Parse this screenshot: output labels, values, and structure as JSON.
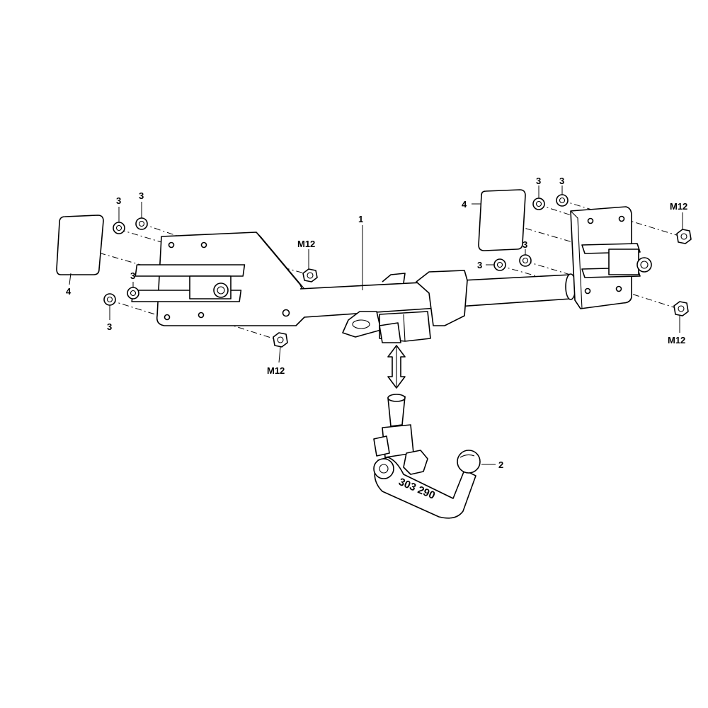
{
  "callouts": {
    "crossbar": "1",
    "ball_neck": "2",
    "washer": "3",
    "pad": "4",
    "nut": "M12"
  },
  "ball_neck_marking": "303 290",
  "colors": {
    "line": "#000000",
    "background": "#ffffff"
  }
}
